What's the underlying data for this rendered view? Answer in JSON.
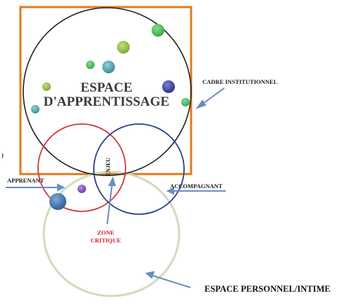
{
  "labels": {
    "espace_line1": "ESPACE",
    "espace_line2": "D'APPRENTISSAGE",
    "cadre": "CADRE INSTITUTIONNEL",
    "enjeu": "ENJEU",
    "apprenant": "APPRENANT",
    "accompagnant": "ACCOMPAGNANT",
    "zone_line1": "ZONE",
    "zone_line2": "CRITIQUE",
    "espace_personnel": "ESPACE PERSONNEL/INTIME"
  },
  "colors": {
    "frame": "#e07a20",
    "apprentissage_circle": "#222222",
    "apprenant_circle": "#d23a3a",
    "accompagnant_circle": "#2c3f8c",
    "personnel_circle": "#cfdcbf",
    "arrows": "#6a8cc4",
    "zone_text": "#d0202a"
  }
}
